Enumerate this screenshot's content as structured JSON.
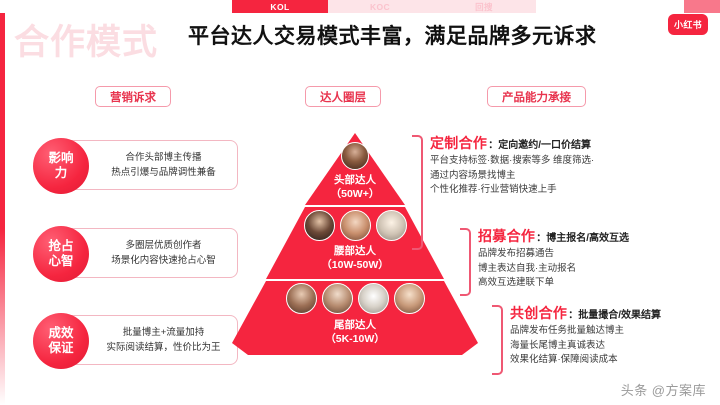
{
  "tabs": [
    {
      "label": "KOL",
      "state": "active"
    },
    {
      "label": "KOC",
      "state": "dim"
    },
    {
      "label": "回搜",
      "state": "dim"
    }
  ],
  "header": {
    "watermark_title": "合作模式",
    "main_title": "平台达人交易模式丰富，满足品牌多元诉求",
    "brand_logo": "小红书"
  },
  "column_headers": {
    "left": "营销诉求",
    "center": "达人圈层",
    "right": "产品能力承接"
  },
  "left_cards": [
    {
      "badge": "影响力",
      "badge_line1": "影响",
      "badge_line2": "力",
      "lines": [
        "合作头部博主传播",
        "热点引爆与品牌调性兼备"
      ]
    },
    {
      "badge": "抢占心智",
      "badge_line1": "抢占",
      "badge_line2": "心智",
      "lines": [
        "多圈层优质创作者",
        "场景化内容快速抢占心智"
      ]
    },
    {
      "badge": "成效保证",
      "badge_line1": "成效",
      "badge_line2": "保证",
      "lines": [
        "批量博主+流量加持",
        "实际阅读结算，性价比为王"
      ]
    }
  ],
  "pyramid": {
    "tiers": [
      {
        "name": "头部达人",
        "range": "（50W+）",
        "avatar_count": 1
      },
      {
        "name": "腰部达人",
        "range": "（10W-50W）",
        "avatar_count": 3
      },
      {
        "name": "尾部达人",
        "range": "（5K-10W）",
        "avatar_count": 4
      }
    ]
  },
  "right_blocks": [
    {
      "title": "定制合作",
      "subtitle": "：定向邀约/一口价结算",
      "lines": [
        "平台支持标签·数据·搜索等多  维度筛选·",
        "通过内容场景找博主",
        "个性化推荐·行业营销快速上手"
      ]
    },
    {
      "title": "招募合作",
      "subtitle": "：博主报名/高效互选",
      "lines": [
        "品牌发布招募通告",
        "博主表达自我·主动报名",
        "高效互选建联下单"
      ]
    },
    {
      "title": "共创合作",
      "subtitle": "：批量撮合/效果结算",
      "lines": [
        "品牌发布任务批量触达博主",
        "海量长尾博主真诚表达",
        "效果化结算·保障阅读成本"
      ]
    }
  ],
  "footer": {
    "watermark": "头条 @方案库"
  },
  "colors": {
    "brand_red": "#f5253f",
    "pale_pink": "#fde4e8",
    "border_pink": "#f3b7c2",
    "text_dark": "#333333"
  }
}
